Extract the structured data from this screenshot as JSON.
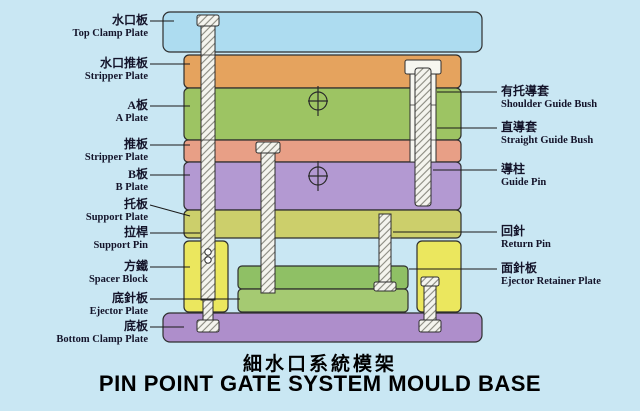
{
  "titles": {
    "zh": "細水口系統模架",
    "en": "PIN POINT GATE SYSTEM MOULD BASE"
  },
  "labels_left": [
    {
      "zh": "水口板",
      "en": "Top Clamp Plate"
    },
    {
      "zh": "水口推板",
      "en": "Stripper Plate"
    },
    {
      "zh": "A板",
      "en": "A Plate"
    },
    {
      "zh": "推板",
      "en": "Stripper Plate"
    },
    {
      "zh": "B板",
      "en": "B Plate"
    },
    {
      "zh": "托板",
      "en": "Support Plate"
    },
    {
      "zh": "拉桿",
      "en": "Support Pin"
    },
    {
      "zh": "方鐵",
      "en": "Spacer Block"
    },
    {
      "zh": "底針板",
      "en": "Ejector Plate"
    },
    {
      "zh": "底板",
      "en": "Bottom Clamp Plate"
    }
  ],
  "labels_right": [
    {
      "zh": "有托導套",
      "en": "Shoulder Guide Bush"
    },
    {
      "zh": "直導套",
      "en": "Straight Guide Bush"
    },
    {
      "zh": "導柱",
      "en": "Guide Pin"
    },
    {
      "zh": "回針",
      "en": "Return Pin"
    },
    {
      "zh": "面針板",
      "en": "Ejector Retainer Plate"
    }
  ],
  "colors": {
    "background": "#c9e7f3",
    "top_clamp_plate": "#addcf0",
    "stripper_plate_upper": "#e5a35e",
    "a_plate": "#9dc463",
    "stripper_plate_lower": "#e89f86",
    "b_plate": "#b399d2",
    "support_plate": "#cccf6b",
    "spacer_block": "#ebe75e",
    "ejector_retainer_plate": "#8fc065",
    "ejector_plate": "#a5ca72",
    "bottom_clamp_plate": "#ae8ecb",
    "bush_fill": "#f6f6f0",
    "pin_hatch_fill": "#f4f4ee"
  }
}
